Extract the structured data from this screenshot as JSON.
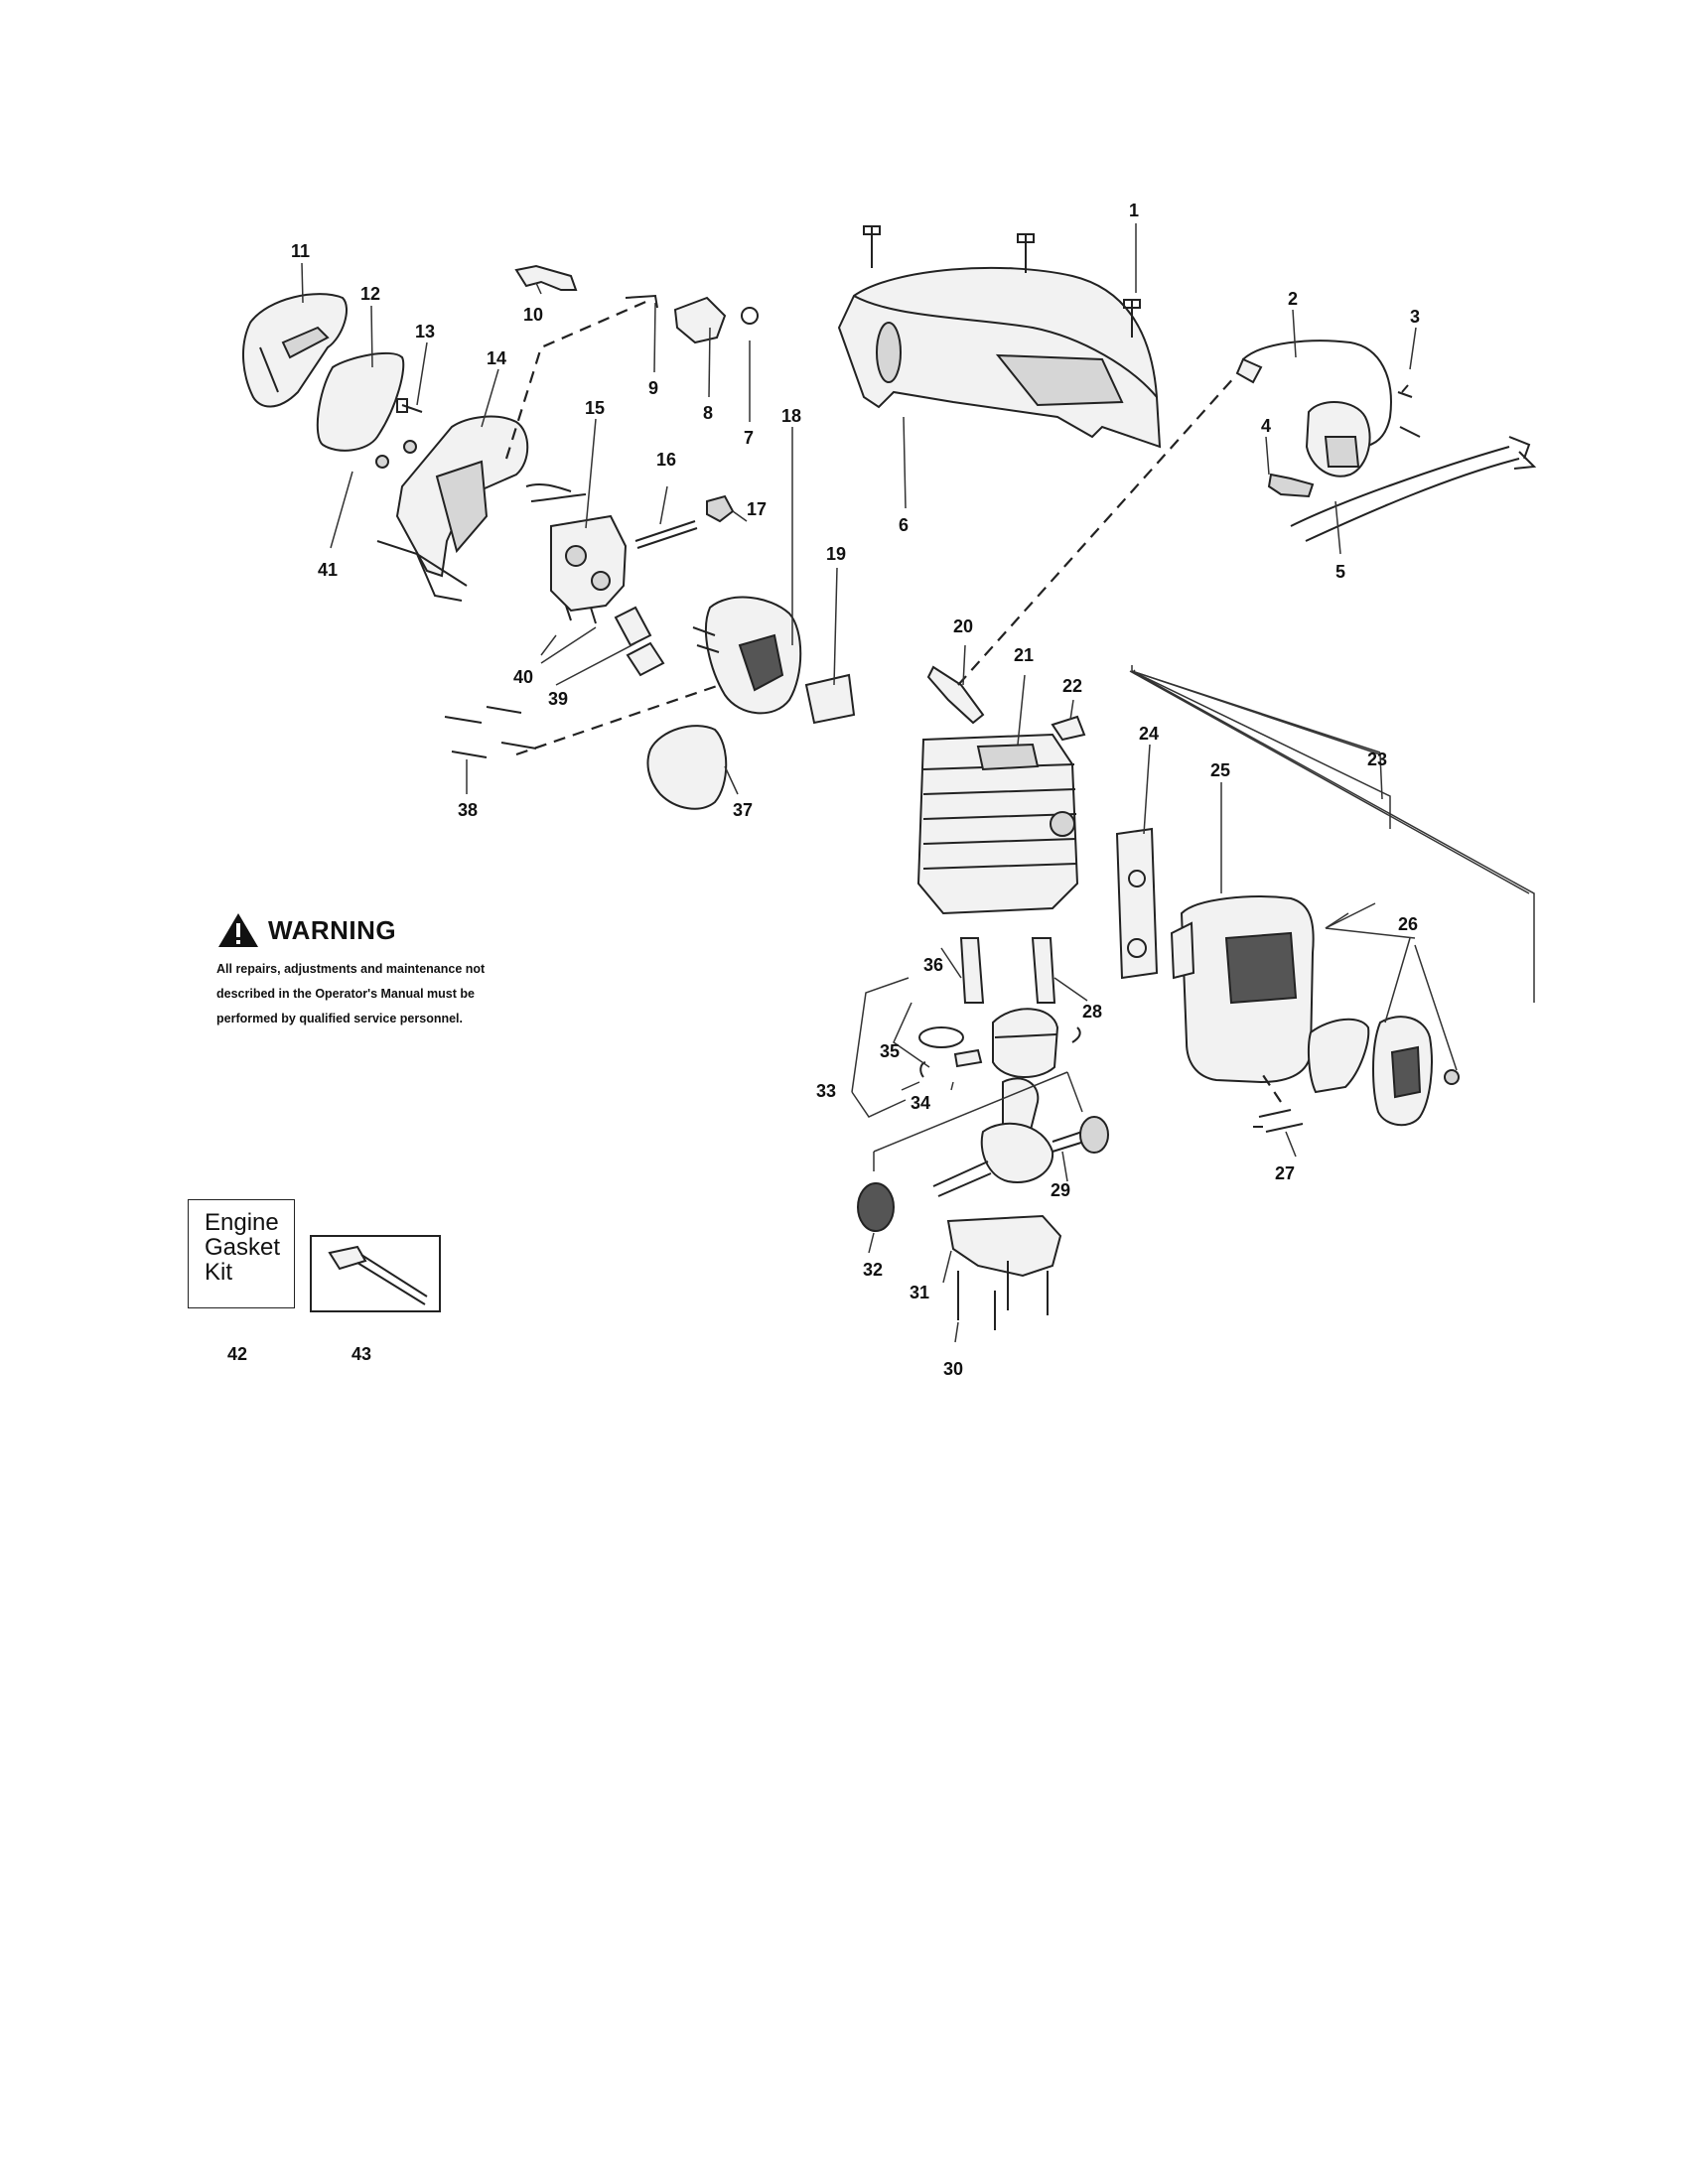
{
  "warning": {
    "title": "WARNING",
    "lines": [
      "All repairs, adjustments and maintenance not",
      "described in the Operator's Manual must be",
      "performed by qualified  service personnel."
    ]
  },
  "kit": {
    "lines": [
      "Engine",
      "Gasket",
      "Kit"
    ]
  },
  "part_labels": {
    "p1": "1",
    "p2": "2",
    "p3": "3",
    "p4": "4",
    "p5": "5",
    "p6": "6",
    "p7": "7",
    "p8": "8",
    "p9": "9",
    "p10": "10",
    "p11": "11",
    "p12": "12",
    "p13": "13",
    "p14": "14",
    "p15": "15",
    "p16": "16",
    "p17": "17",
    "p18": "18",
    "p19": "19",
    "p20": "20",
    "p21": "21",
    "p22": "22",
    "p23": "23",
    "p24": "24",
    "p25": "25",
    "p26": "26",
    "p27": "27",
    "p28": "28",
    "p29": "29",
    "p30": "30",
    "p31": "31",
    "p32": "32",
    "p33": "33",
    "p34": "34",
    "p35": "35",
    "p36": "36",
    "p37": "37",
    "p38": "38",
    "p39": "39",
    "p40": "40",
    "p41": "41",
    "p42": "42",
    "p43": "43"
  }
}
